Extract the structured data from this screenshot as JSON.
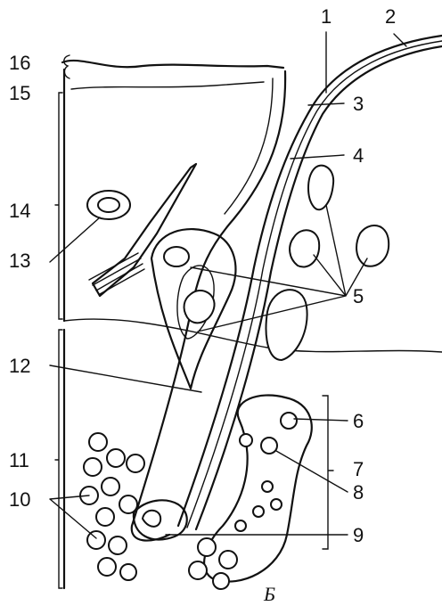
{
  "figure": {
    "caption": "Б",
    "labels": [
      "1",
      "2",
      "3",
      "4",
      "5",
      "6",
      "7",
      "8",
      "9",
      "10",
      "11",
      "12",
      "13",
      "14",
      "15",
      "16"
    ]
  }
}
